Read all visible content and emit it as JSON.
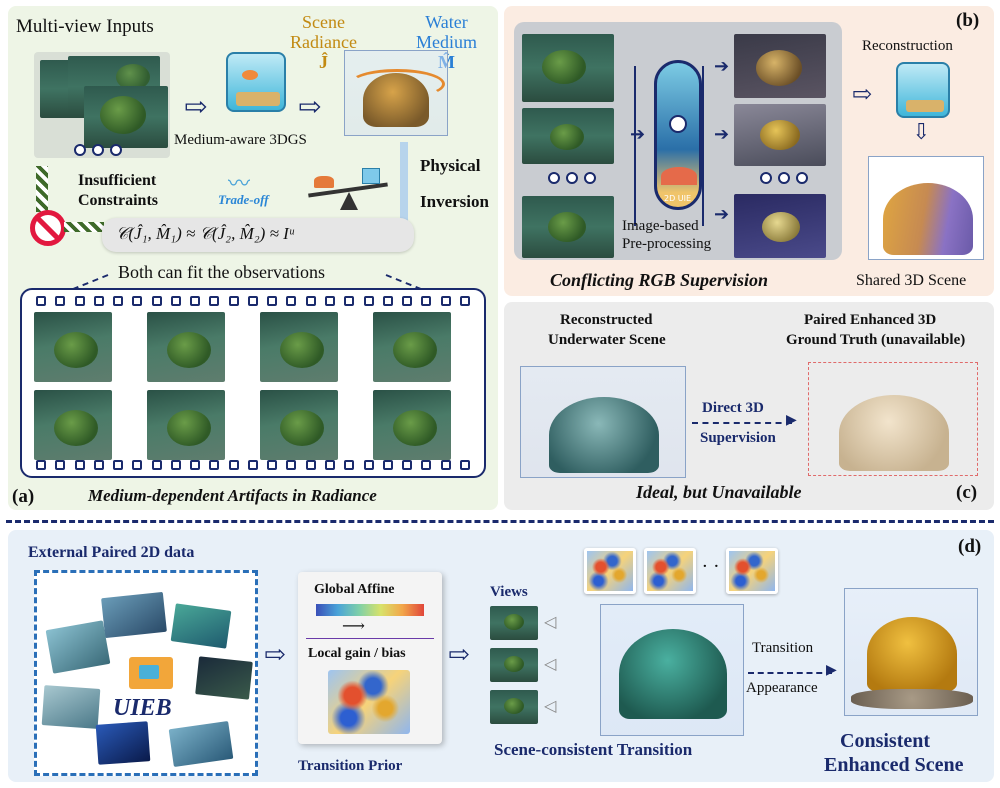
{
  "panel_a": {
    "label": "(a)",
    "multiview_inputs": "Multi-view Inputs",
    "medium_aware": "Medium-aware 3DGS",
    "scene_radiance": "Scene",
    "scene_radiance2": "Radiance",
    "j_hat": "Ĵ",
    "water_medium": "Water",
    "water_medium2": "Medium",
    "m_hat": "M̂",
    "insufficient": "Insufficient",
    "constraints": "Constraints",
    "tradeoff": "Trade-off",
    "physical": "Physical",
    "inversion": "Inversion",
    "equation": "𝒞(Ĵ₁, M̂₁) ≈ 𝒞(Ĵ₂, M̂₂) ≈ Iᵘ",
    "both_fit": "Both can fit the observations",
    "caption": "Medium-dependent Artifacts in Radiance"
  },
  "panel_b": {
    "label": "(b)",
    "reconstruction": "Reconstruction",
    "image_based": "Image-based",
    "preprocessing": "Pre-processing",
    "uie_badge": "2D UIE",
    "shared": "Shared 3D Scene",
    "caption": "Conflicting RGB Supervision"
  },
  "panel_c": {
    "label": "(c)",
    "reconstructed": "Reconstructed",
    "underwater": "Underwater Scene",
    "paired": "Paired Enhanced 3D",
    "ground_truth": "Ground Truth (unavailable)",
    "direct": "Direct 3D",
    "supervision": "Supervision",
    "caption": "Ideal, but Unavailable"
  },
  "panel_d": {
    "label": "(d)",
    "external": "External Paired 2D data",
    "uieb": "UIEB",
    "global_affine": "Global Affine",
    "local_gain": "Local gain / bias",
    "transition_prior": "Transition Prior",
    "views": "Views",
    "scene_consistent": "Scene-consistent Transition",
    "transition": "Transition",
    "appearance": "Appearance",
    "consistent": "Consistent",
    "enhanced_scene": "Enhanced Scene"
  }
}
